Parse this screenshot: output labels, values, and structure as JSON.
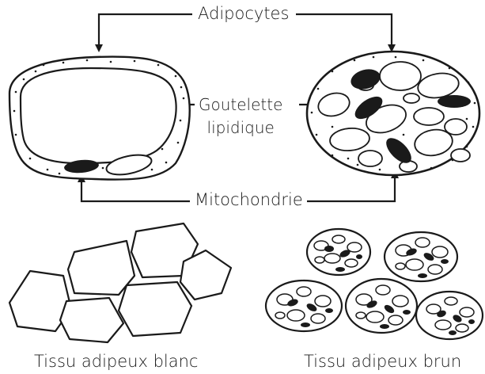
{
  "labels": {
    "adipocytes": "Adipocytes",
    "goutelette_line1": "Goutelette",
    "goutelette_line2": "lipidique",
    "mitochondrie": "Mitochondrie",
    "tissu_blanc": "Tissu adipeux blanc",
    "tissu_brun": "Tissu adipeux brun"
  },
  "colors": {
    "stroke": "#1a1a1a",
    "fill": "#ffffff",
    "mitochondria": "#1a1a1a"
  }
}
